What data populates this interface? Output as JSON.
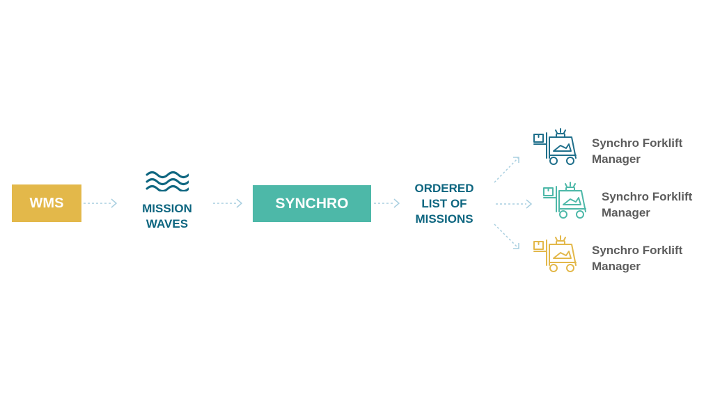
{
  "colors": {
    "wms": "#e3b84a",
    "synchro": "#4db8a8",
    "text_blue": "#0e6680",
    "connector": "#a9cfe0",
    "forklift_label": "#5c5c5c"
  },
  "nodes": {
    "wms": {
      "label": "WMS"
    },
    "mission_waves": {
      "line1": "MISSION",
      "line2": "WAVES",
      "icon": "waves-icon"
    },
    "synchro": {
      "label": "SYNCHRO"
    },
    "ordered_list": {
      "line1": "ORDERED",
      "line2": "LIST OF",
      "line3": "MISSIONS"
    }
  },
  "forklifts": [
    {
      "line1": "Synchro Forklift",
      "line2": "Manager",
      "color": "#1f6f8b",
      "icon": "forklift-icon"
    },
    {
      "line1": "Synchro Forklift",
      "line2": "Manager",
      "color": "#4db8a8",
      "icon": "forklift-icon"
    },
    {
      "line1": "Synchro Forklift",
      "line2": "Manager",
      "color": "#e3b84a",
      "icon": "forklift-icon"
    }
  ]
}
